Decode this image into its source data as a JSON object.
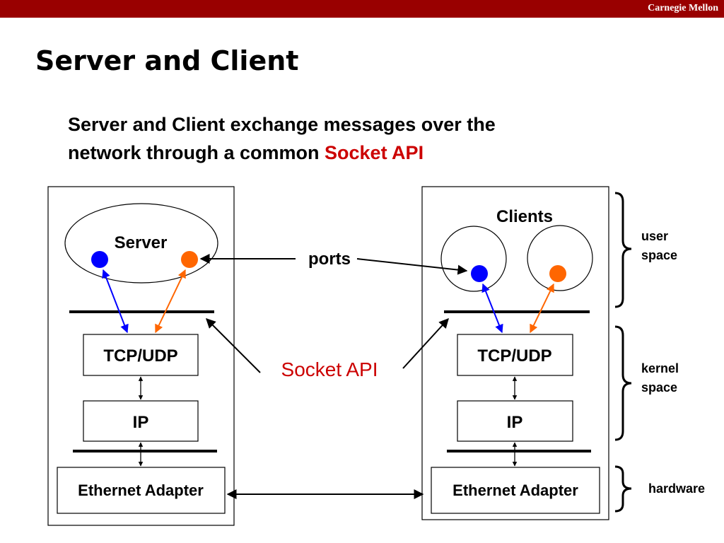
{
  "header": {
    "brand": "Carnegie Mellon"
  },
  "slide": {
    "title": "Server and Client",
    "description_line1": "Server and Client exchange messages over the",
    "description_line2": "network through a common ",
    "description_highlight": "Socket API"
  },
  "diagram": {
    "server_label": "Server",
    "clients_label": "Clients",
    "ports_label": "ports",
    "socket_api_label": "Socket API",
    "server_stack": {
      "transport": "TCP/UDP",
      "network": "IP",
      "hardware": "Ethernet Adapter"
    },
    "client_stack": {
      "transport": "TCP/UDP",
      "network": "IP",
      "hardware": "Ethernet Adapter"
    },
    "layers": {
      "user_line1": "user",
      "user_line2": "space",
      "kernel_line1": "kernel",
      "kernel_line2": "space",
      "hardware": "hardware"
    }
  },
  "colors": {
    "brand_bar": "#990000",
    "accent_red": "#cc0000",
    "port_blue": "#0000ff",
    "port_orange": "#ff6600",
    "outline": "#000000"
  },
  "icons": [
    "port-dot",
    "bidirectional-arrow",
    "curly-brace"
  ]
}
